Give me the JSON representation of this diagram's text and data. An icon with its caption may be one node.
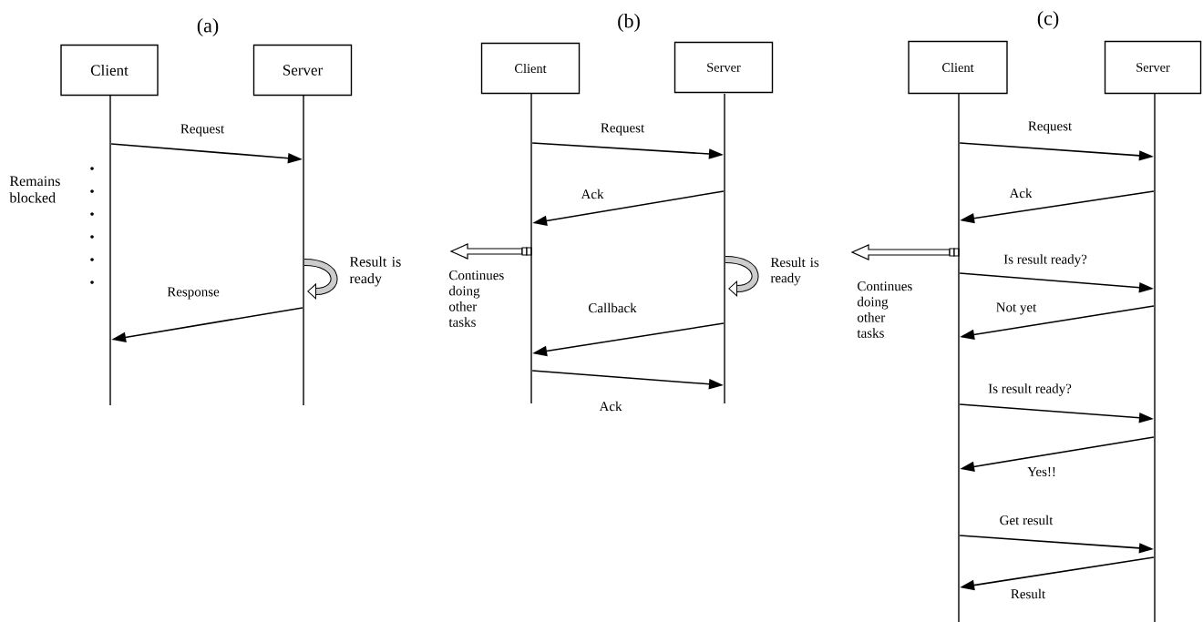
{
  "diagram": {
    "nodes": [
      {
        "text": [
          "Client"
        ]
      },
      {
        "text": [
          "Server"
        ]
      },
      {
        "text": [],
        "shape": "bar"
      },
      {
        "text": [],
        "shape": "bar"
      },
      {
        "text": [
          "Client"
        ]
      },
      {
        "text": [
          "Server"
        ]
      },
      {
        "text": [],
        "shape": "bar"
      },
      {
        "text": [],
        "shape": "bar"
      },
      {
        "text": [
          "Client"
        ]
      },
      {
        "text": [
          "Server"
        ]
      },
      {
        "text": [],
        "shape": "bar"
      },
      {
        "text": [],
        "shape": "bar"
      }
    ],
    "edges": [
      {
        "from": 2,
        "to": 3,
        "arrow": "to",
        "label": "Request"
      },
      {
        "from": 3,
        "to": 2,
        "arrow": "to",
        "label": "Response"
      },
      {
        "from": 6,
        "to": 7,
        "arrow": "to",
        "label": "Request"
      },
      {
        "from": 7,
        "to": 6,
        "arrow": "to",
        "label": "Ack"
      },
      {
        "from": 7,
        "to": 6,
        "arrow": "to",
        "label": "Callback"
      },
      {
        "from": 6,
        "to": 7,
        "arrow": "to",
        "label": "Ack"
      },
      {
        "from": 10,
        "to": 11,
        "arrow": "to",
        "label": "Request"
      },
      {
        "from": 11,
        "to": 10,
        "arrow": "to",
        "label": "Ack"
      },
      {
        "from": 10,
        "to": 11,
        "arrow": "to",
        "label": "Is result ready?"
      },
      {
        "from": 11,
        "to": 10,
        "arrow": "to",
        "label": "Not yet"
      },
      {
        "from": 10,
        "to": 11,
        "arrow": "to",
        "label": "Is result ready?"
      },
      {
        "from": 11,
        "to": 10,
        "arrow": "to",
        "label": "Yes!!"
      },
      {
        "from": 10,
        "to": 11,
        "arrow": "to",
        "label": "Get result"
      },
      {
        "from": 11,
        "to": 10,
        "arrow": "to",
        "label": "Result"
      }
    ],
    "labels": [
      "(a)",
      "(b)",
      "(c)",
      "Remains blocked",
      "Result is ready",
      "Continues doing other tasks",
      "Result is ready",
      "Continues doing other tasks"
    ]
  }
}
